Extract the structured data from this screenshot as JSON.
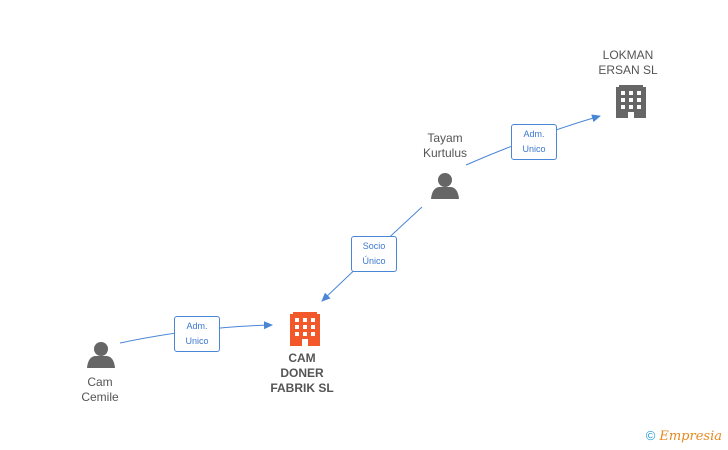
{
  "nodes": {
    "lokman": {
      "label": "LOKMAN\nERSAN  SL",
      "icon": "building-icon",
      "color": "#666666"
    },
    "tayam": {
      "label": "Tayam\nKurtulus",
      "icon": "person-icon",
      "color": "#666666"
    },
    "cam_doner": {
      "label": "CAM\nDONER\nFABRIK SL",
      "icon": "building-icon",
      "color": "#f2582a"
    },
    "cam_cemile": {
      "label": "Cam\nCemile",
      "icon": "person-icon",
      "color": "#666666"
    }
  },
  "edges": [
    {
      "from": "tayam",
      "to": "lokman",
      "label": "Adm.\nUnico"
    },
    {
      "from": "tayam",
      "to": "cam_doner",
      "label": "Socio\nÚnico"
    },
    {
      "from": "cam_cemile",
      "to": "cam_doner",
      "label": "Adm.\nUnico"
    }
  ],
  "colors": {
    "edge": "#4a86d6"
  },
  "brand": {
    "copyright": "©",
    "name": "Empresia"
  }
}
